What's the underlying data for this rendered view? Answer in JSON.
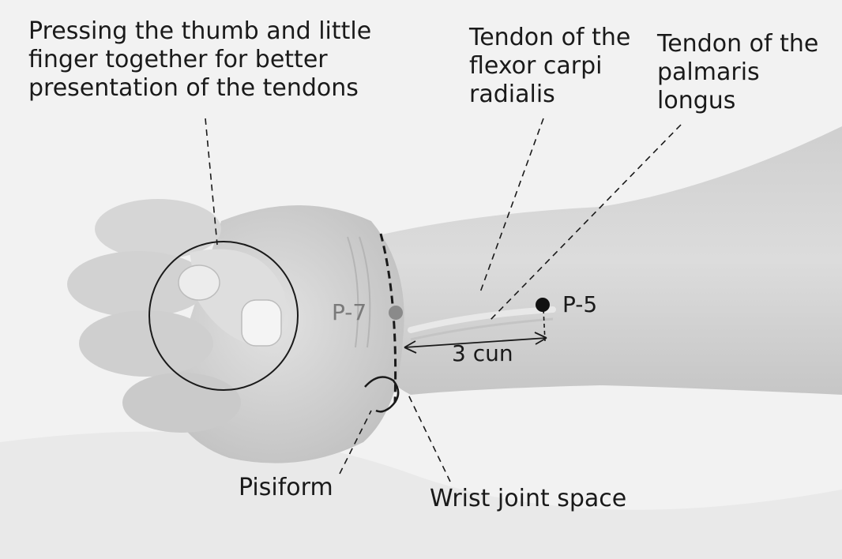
{
  "labels": {
    "pressing": [
      "Pressing the thumb and little",
      "finger together for better",
      "presentation of the tendons"
    ],
    "fcr": [
      "Tendon of the",
      "flexor carpi",
      "radialis"
    ],
    "pl": [
      "Tendon of the",
      "palmaris",
      "longus"
    ],
    "p7": "P-7",
    "p5": "P-5",
    "cun": "3 cun",
    "pisiform": "Pisiform",
    "wrist": "Wrist joint space"
  },
  "colors": {
    "background": "#f3f3f3",
    "skin": "#d9d9d9",
    "skin_shadow": "#bdbdbd",
    "line": "#1a1a1a",
    "p7_point": "#8a8a8a",
    "p5_point": "#111111"
  }
}
